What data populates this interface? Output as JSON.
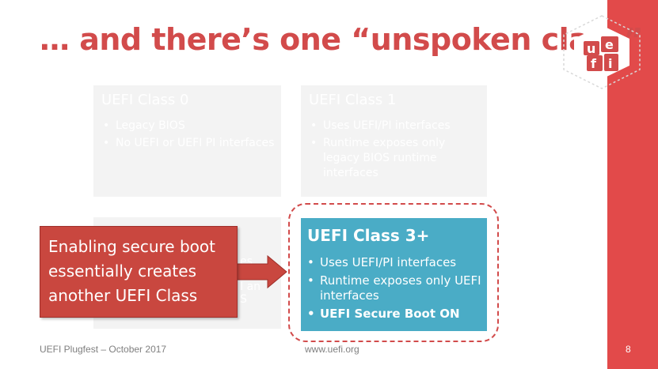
{
  "slide": {
    "title": "… and there’s one “unspoken class”",
    "logo_text": "uefi",
    "colors": {
      "accent_red": "#e24a4a",
      "title_red": "#d24b4b",
      "highlight_blue": "#4aacc6",
      "faded_box": "#f3f3f3"
    }
  },
  "boxes": {
    "class0": {
      "title": "UEFI Class 0",
      "items": [
        "Legacy BIOS",
        "No UEFI or UEFI PI interfaces"
      ]
    },
    "class1": {
      "title": "UEFI Class 1",
      "items": [
        "Uses UEFI/PI interfaces",
        "Runtime exposes only legacy BIOS runtime interfaces"
      ]
    },
    "class2": {
      "fragments": [
        "es",
        "I an",
        "S"
      ]
    },
    "class3": {
      "title": "UEFI Class 3+",
      "items": [
        "Uses UEFI/PI interfaces",
        "Runtime exposes only UEFI interfaces",
        "UEFI Secure Boot ON"
      ]
    }
  },
  "callout": {
    "text": "Enabling secure boot essentially creates another UEFI Class"
  },
  "bullet_glyph": "•",
  "footer": {
    "left": "UEFI Plugfest – October 2017",
    "center": "www.uefi.org",
    "page": "8"
  }
}
